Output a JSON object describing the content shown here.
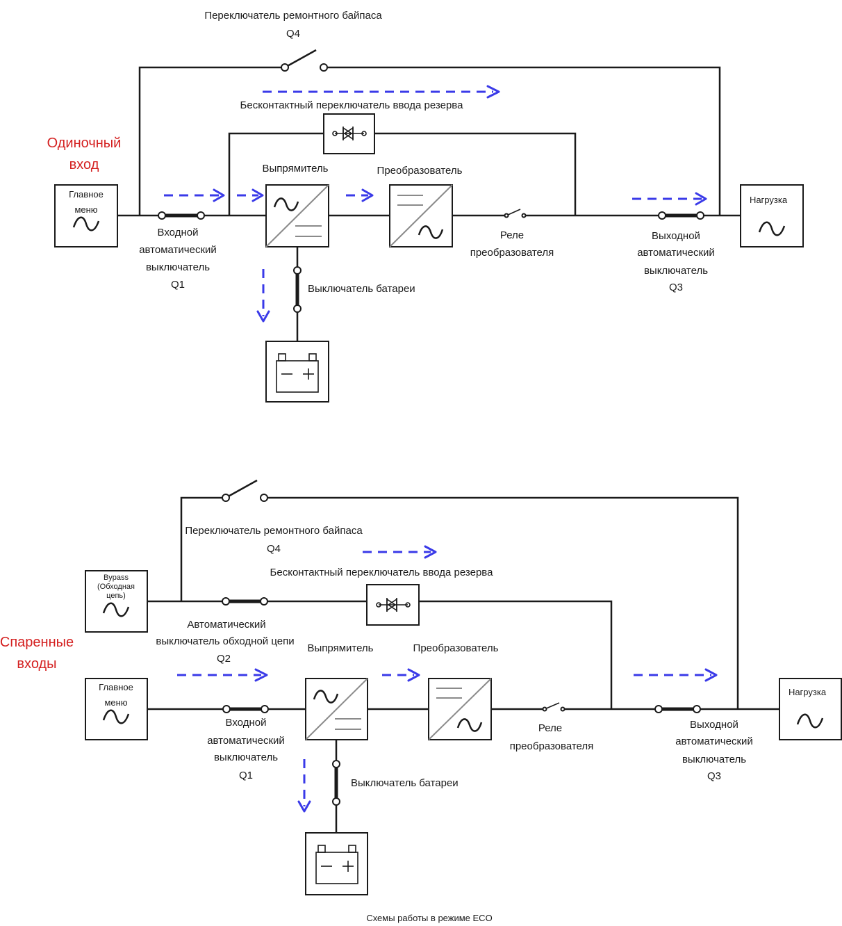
{
  "diagram1": {
    "mode_label_line1": "Одиночный",
    "mode_label_line2": "вход",
    "bypass_switch_label": "Переключатель ремонтного байпаса",
    "bypass_switch_id": "Q4",
    "static_switch_label": "Бесконтактный переключатель ввода резерва",
    "main_input_line1": "Главное",
    "main_input_line2": "меню",
    "rectifier_label": "Выпрямитель",
    "inverter_label": "Преобразователь",
    "input_breaker_line1": "Входной",
    "input_breaker_line2": "автоматический",
    "input_breaker_line3": "выключатель",
    "input_breaker_id": "Q1",
    "inverter_relay_line1": "Реле",
    "inverter_relay_line2": "преобразователя",
    "output_breaker_line1": "Выходной",
    "output_breaker_line2": "автоматический",
    "output_breaker_line3": "выключатель",
    "output_breaker_id": "Q3",
    "load_label": "Нагрузка",
    "battery_switch_label": "Выключатель батареи"
  },
  "diagram2": {
    "mode_label_line1": "Спаренные",
    "mode_label_line2": "входы",
    "bypass_switch_label": "Переключатель ремонтного байпаса",
    "bypass_switch_id": "Q4",
    "static_switch_label": "Бесконтактный переключатель ввода резерва",
    "bypass_input_line1": "Bypass",
    "bypass_input_line2": "(Обходная",
    "bypass_input_line3": "цепь)",
    "bypass_breaker_line1": "Автоматический",
    "bypass_breaker_line2": "выключатель обходной цепи",
    "bypass_breaker_id": "Q2",
    "main_input_line1": "Главное",
    "main_input_line2": "меню",
    "rectifier_label": "Выпрямитель",
    "inverter_label": "Преобразователь",
    "input_breaker_line1": "Входной",
    "input_breaker_line2": "автоматический",
    "input_breaker_line3": "выключатель",
    "input_breaker_id": "Q1",
    "inverter_relay_line1": "Реле",
    "inverter_relay_line2": "преобразователя",
    "output_breaker_line1": "Выходной",
    "output_breaker_line2": "автоматический",
    "output_breaker_line3": "выключатель",
    "output_breaker_id": "Q3",
    "load_label": "Нагрузка",
    "battery_switch_label": "Выключатель батареи"
  },
  "caption": "Схемы работы в режиме ECO",
  "colors": {
    "flow_arrow": "#3a3ae8",
    "mode_label": "#d42020",
    "wire": "#1a1a1a"
  }
}
